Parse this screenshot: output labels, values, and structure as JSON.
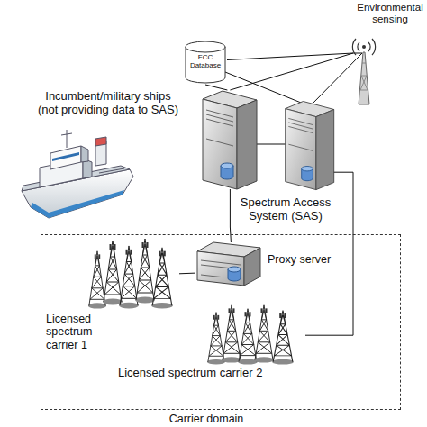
{
  "diagram": {
    "nodes": [
      {
        "text": [
          "Environmental sensing"
        ]
      },
      {
        "text": [
          "FCC Database"
        ]
      },
      {
        "text": [
          "Incumbent/military ships (not providing data to SAS)"
        ]
      },
      {
        "text": [
          "Spectrum Access System (SAS)"
        ]
      },
      {
        "text": [
          "Carrier domain"
        ]
      },
      {
        "text": [
          "Proxy server"
        ],
        "in": 4
      },
      {
        "text": [
          "Licensed spectrum carrier 1"
        ],
        "in": 4
      },
      {
        "text": [
          "Licensed spectrum carrier 2"
        ],
        "in": 4
      }
    ],
    "edges": [
      {
        "from": 1,
        "to": 3,
        "arrow": "none"
      },
      {
        "from": 1,
        "to": 0,
        "arrow": "none"
      },
      {
        "from": 3,
        "to": 0,
        "arrow": "none"
      },
      {
        "from": 3,
        "to": 5,
        "arrow": "none"
      },
      {
        "from": 5,
        "to": 6,
        "arrow": "none"
      },
      {
        "from": 3,
        "to": 7,
        "arrow": "none"
      }
    ]
  }
}
